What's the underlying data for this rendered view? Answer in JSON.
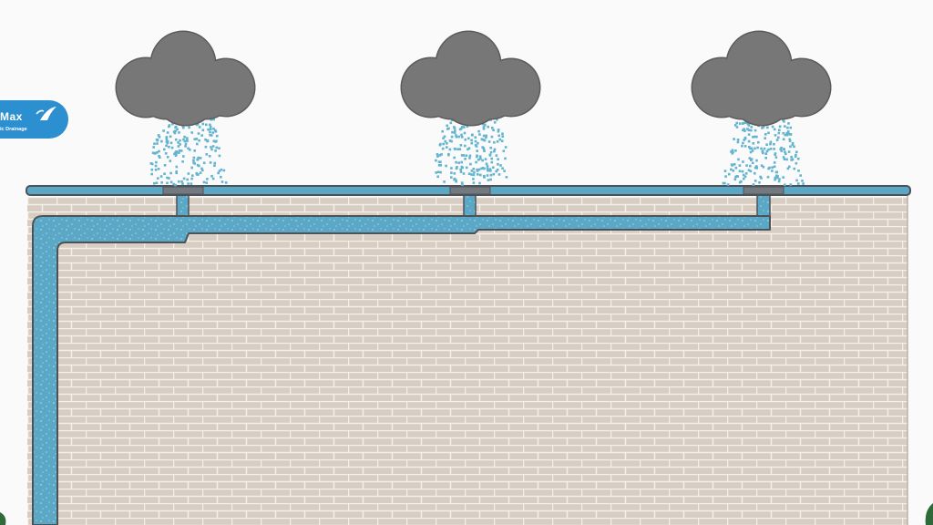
{
  "logo": {
    "brand": "Max",
    "tagline": "ic Drainage"
  },
  "colors": {
    "background": "#fafafa",
    "wall": "#d8cdc2",
    "brick_line": "#f3efe9",
    "water": "#5aa8c6",
    "water_light": "#8cc9df",
    "outline": "#4d5257",
    "cloud": "#777777",
    "cloud_outline": "#5b5b5b",
    "rain": "#63b4cf",
    "logo_blue": "#2b8fd0",
    "leaf": "#2f6b3a"
  },
  "icons": {
    "cloud": "cloud-icon",
    "rain": "rain-drops",
    "outlet": "roof-outlet"
  },
  "clouds": [
    {
      "name": "cloud-left"
    },
    {
      "name": "cloud-center"
    },
    {
      "name": "cloud-right"
    }
  ]
}
